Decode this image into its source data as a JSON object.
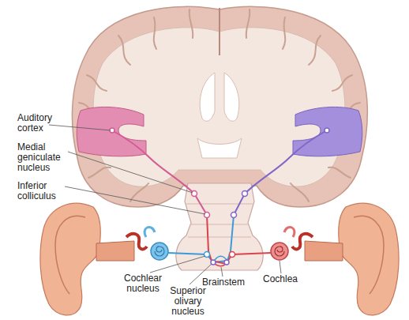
{
  "diagram": {
    "labels": [
      "Auditory cortex",
      "Medial geniculate nucleus",
      "Inferior colliculus",
      "Cochlear nucleus",
      "Superior olivary nucleus",
      "Brainstem",
      "Cochlea"
    ]
  }
}
